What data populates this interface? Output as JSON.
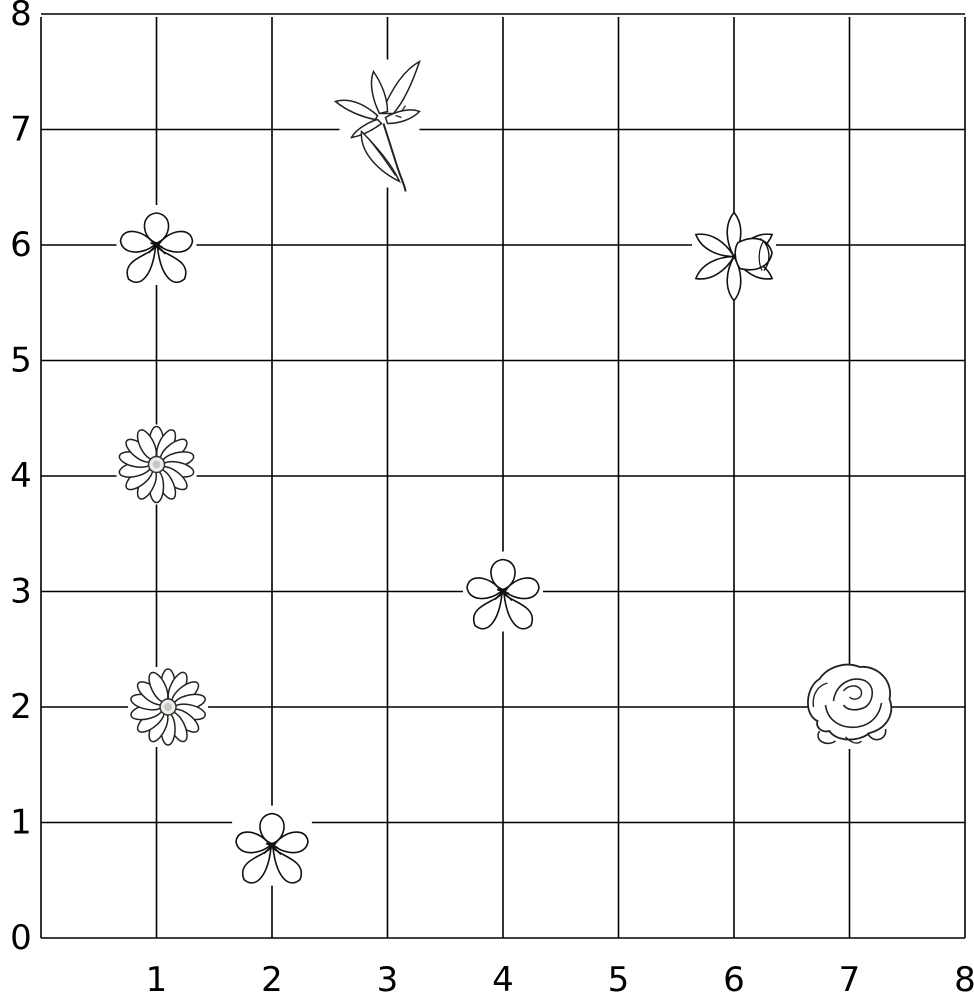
{
  "grid": {
    "x_max": 8,
    "y_max": 8,
    "x_tick_labels": [
      "1",
      "2",
      "3",
      "4",
      "5",
      "6",
      "7",
      "8"
    ],
    "y_tick_labels": [
      "0",
      "1",
      "2",
      "3",
      "4",
      "5",
      "6",
      "7",
      "8"
    ]
  },
  "items": [
    {
      "kind": "pansy-icon",
      "x": 1,
      "y": 6
    },
    {
      "kind": "daisy-icon",
      "x": 1,
      "y": 4.1
    },
    {
      "kind": "daisy-icon",
      "x": 1.1,
      "y": 2
    },
    {
      "kind": "pansy-icon",
      "x": 2,
      "y": 0.8
    },
    {
      "kind": "lily-icon",
      "x": 3,
      "y": 7
    },
    {
      "kind": "pansy-icon",
      "x": 4,
      "y": 3
    },
    {
      "kind": "daffodil-icon",
      "x": 6,
      "y": 5.9
    },
    {
      "kind": "rose-icon",
      "x": 7,
      "y": 2
    }
  ]
}
